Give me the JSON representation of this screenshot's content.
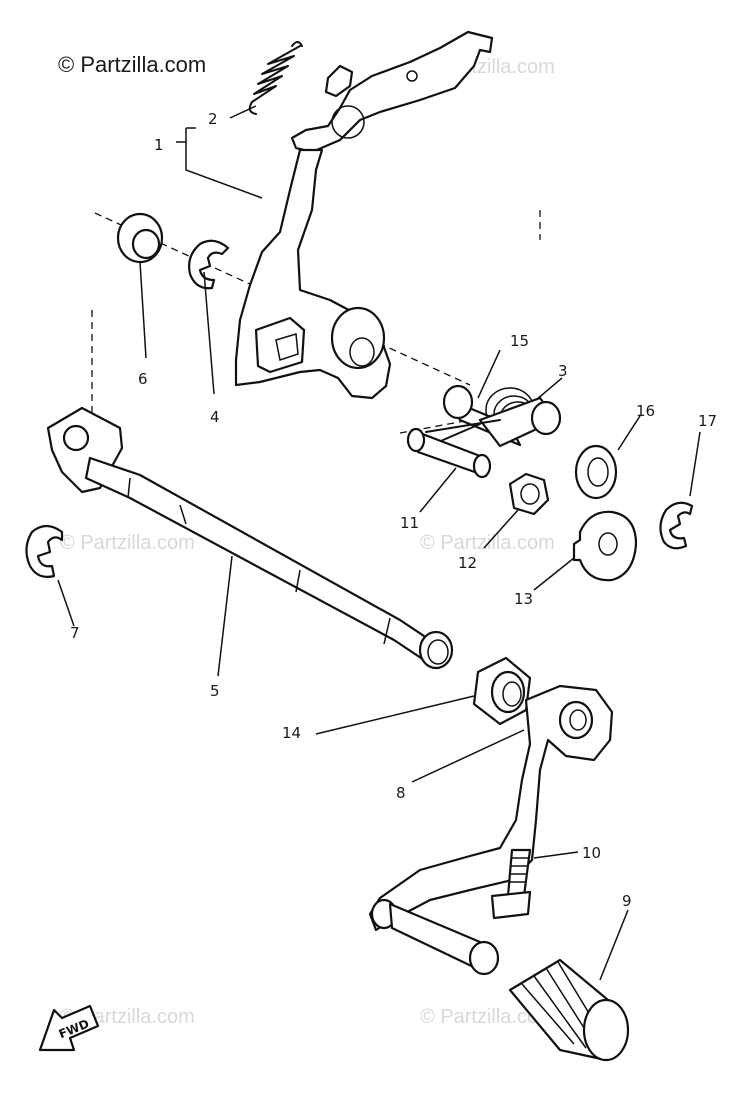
{
  "watermarks": {
    "main": "© Partzilla.com",
    "faint": "© Partzilla.com"
  },
  "fwd_label": "FWD",
  "callouts": {
    "c1": "1",
    "c2": "2",
    "c3": "3",
    "c4": "4",
    "c5": "5",
    "c6": "6",
    "c7": "7",
    "c8": "8",
    "c9": "9",
    "c10": "10",
    "c11": "11",
    "c12": "12",
    "c13": "13",
    "c14": "14",
    "c15": "15",
    "c16": "16",
    "c17": "17"
  }
}
